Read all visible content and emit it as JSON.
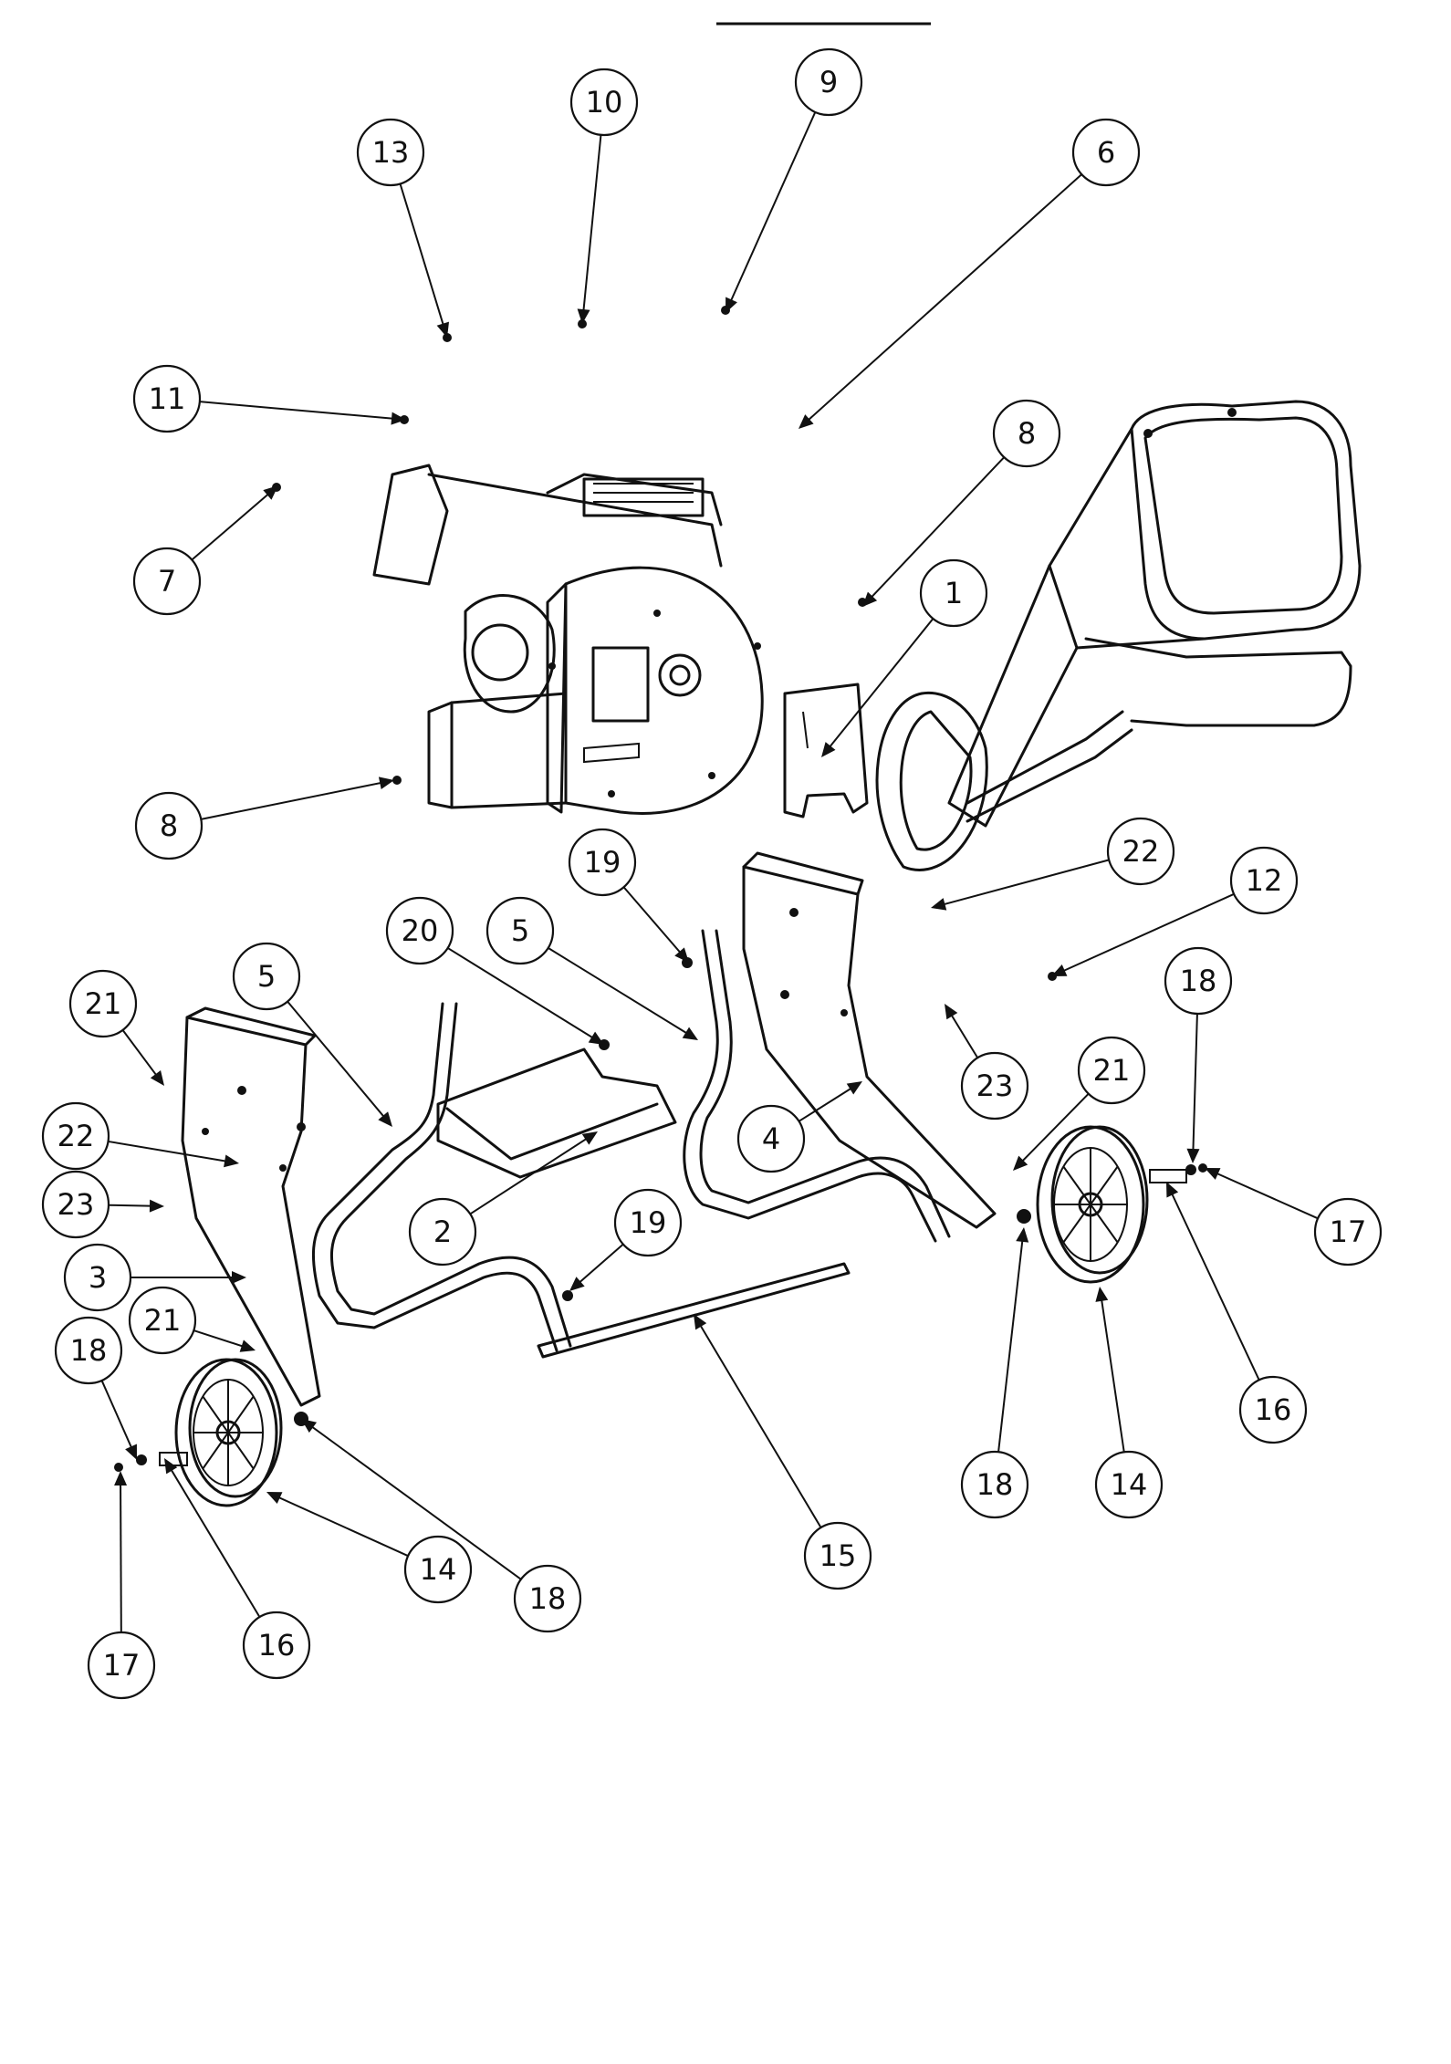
{
  "diagram": {
    "callouts": [
      {
        "id": "1",
        "label": "1"
      },
      {
        "id": "2",
        "label": "2"
      },
      {
        "id": "3",
        "label": "3"
      },
      {
        "id": "4",
        "label": "4"
      },
      {
        "id": "5a",
        "label": "5"
      },
      {
        "id": "5b",
        "label": "5"
      },
      {
        "id": "6",
        "label": "6"
      },
      {
        "id": "7",
        "label": "7"
      },
      {
        "id": "8a",
        "label": "8"
      },
      {
        "id": "8b",
        "label": "8"
      },
      {
        "id": "9",
        "label": "9"
      },
      {
        "id": "10",
        "label": "10"
      },
      {
        "id": "11",
        "label": "11"
      },
      {
        "id": "12",
        "label": "12"
      },
      {
        "id": "13",
        "label": "13"
      },
      {
        "id": "14a",
        "label": "14"
      },
      {
        "id": "14b",
        "label": "14"
      },
      {
        "id": "15",
        "label": "15"
      },
      {
        "id": "16a",
        "label": "16"
      },
      {
        "id": "16b",
        "label": "16"
      },
      {
        "id": "17a",
        "label": "17"
      },
      {
        "id": "17b",
        "label": "17"
      },
      {
        "id": "18a",
        "label": "18"
      },
      {
        "id": "18b",
        "label": "18"
      },
      {
        "id": "18c",
        "label": "18"
      },
      {
        "id": "18d",
        "label": "18"
      },
      {
        "id": "19a",
        "label": "19"
      },
      {
        "id": "19b",
        "label": "19"
      },
      {
        "id": "20",
        "label": "20"
      },
      {
        "id": "21a",
        "label": "21"
      },
      {
        "id": "21b",
        "label": "21"
      },
      {
        "id": "21c",
        "label": "21"
      },
      {
        "id": "22a",
        "label": "22"
      },
      {
        "id": "22b",
        "label": "22"
      },
      {
        "id": "23a",
        "label": "23"
      },
      {
        "id": "23b",
        "label": "23"
      }
    ]
  }
}
